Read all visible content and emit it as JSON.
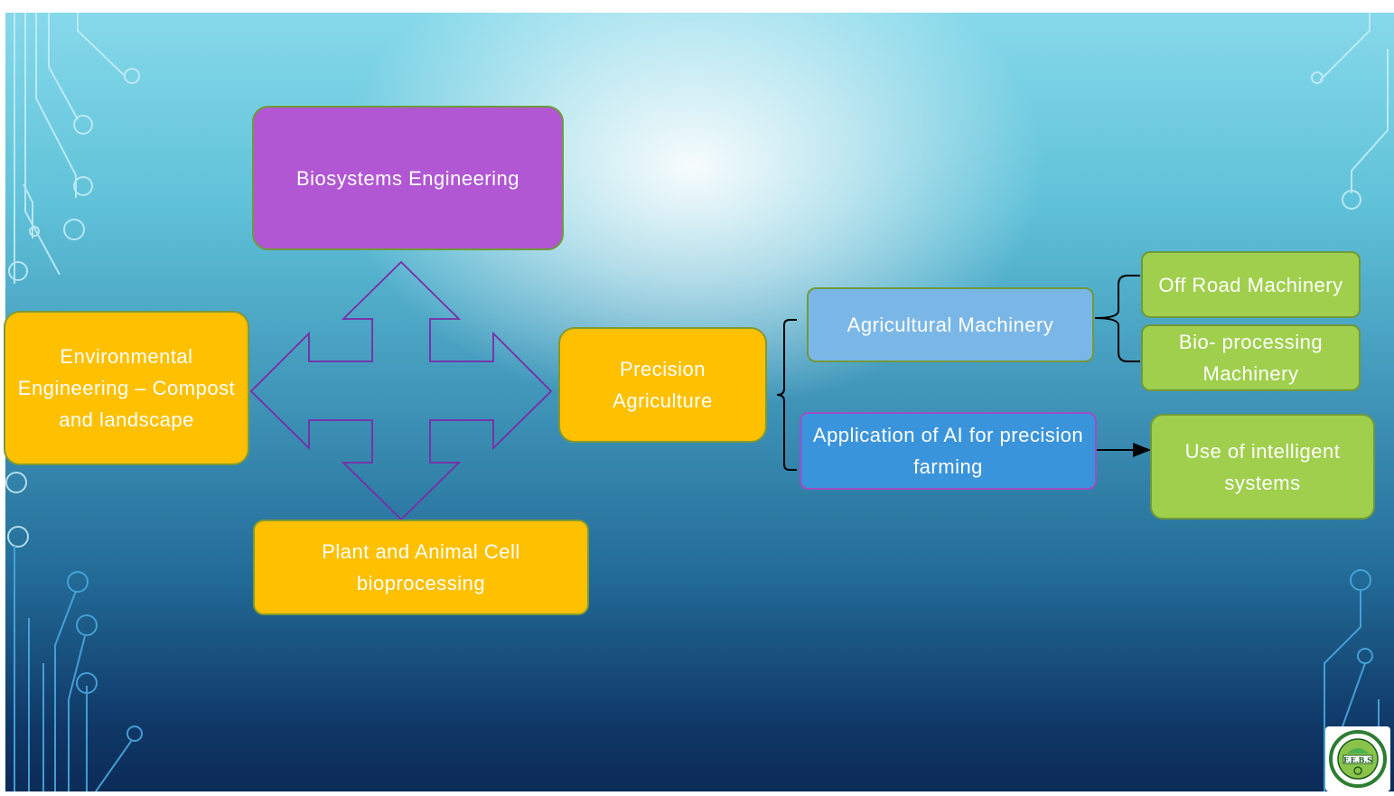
{
  "diagram": {
    "center": "Biosystems Engineering",
    "left": "Environmental Engineering – Compost and landscape",
    "bottom": "Plant and Animal Cell bioprocessing",
    "right": "Precision Agriculture",
    "agri_machinery": "Agricultural Machinery",
    "off_road": "Off Road Machinery",
    "bio_processing": "Bio- processing Machinery",
    "ai_application": "Application of AI for precision farming",
    "intelligent": "Use of intelligent systems"
  },
  "logo": {
    "text": "F.E.B.S",
    "accent": "#2e7d32"
  },
  "colors": {
    "purple": "#b157d3",
    "orange": "#ffc000",
    "light_blue": "#7bb7e6",
    "blue": "#3a94db",
    "green": "#9fcf4c",
    "arrow_stroke": "#7a2ba8"
  }
}
